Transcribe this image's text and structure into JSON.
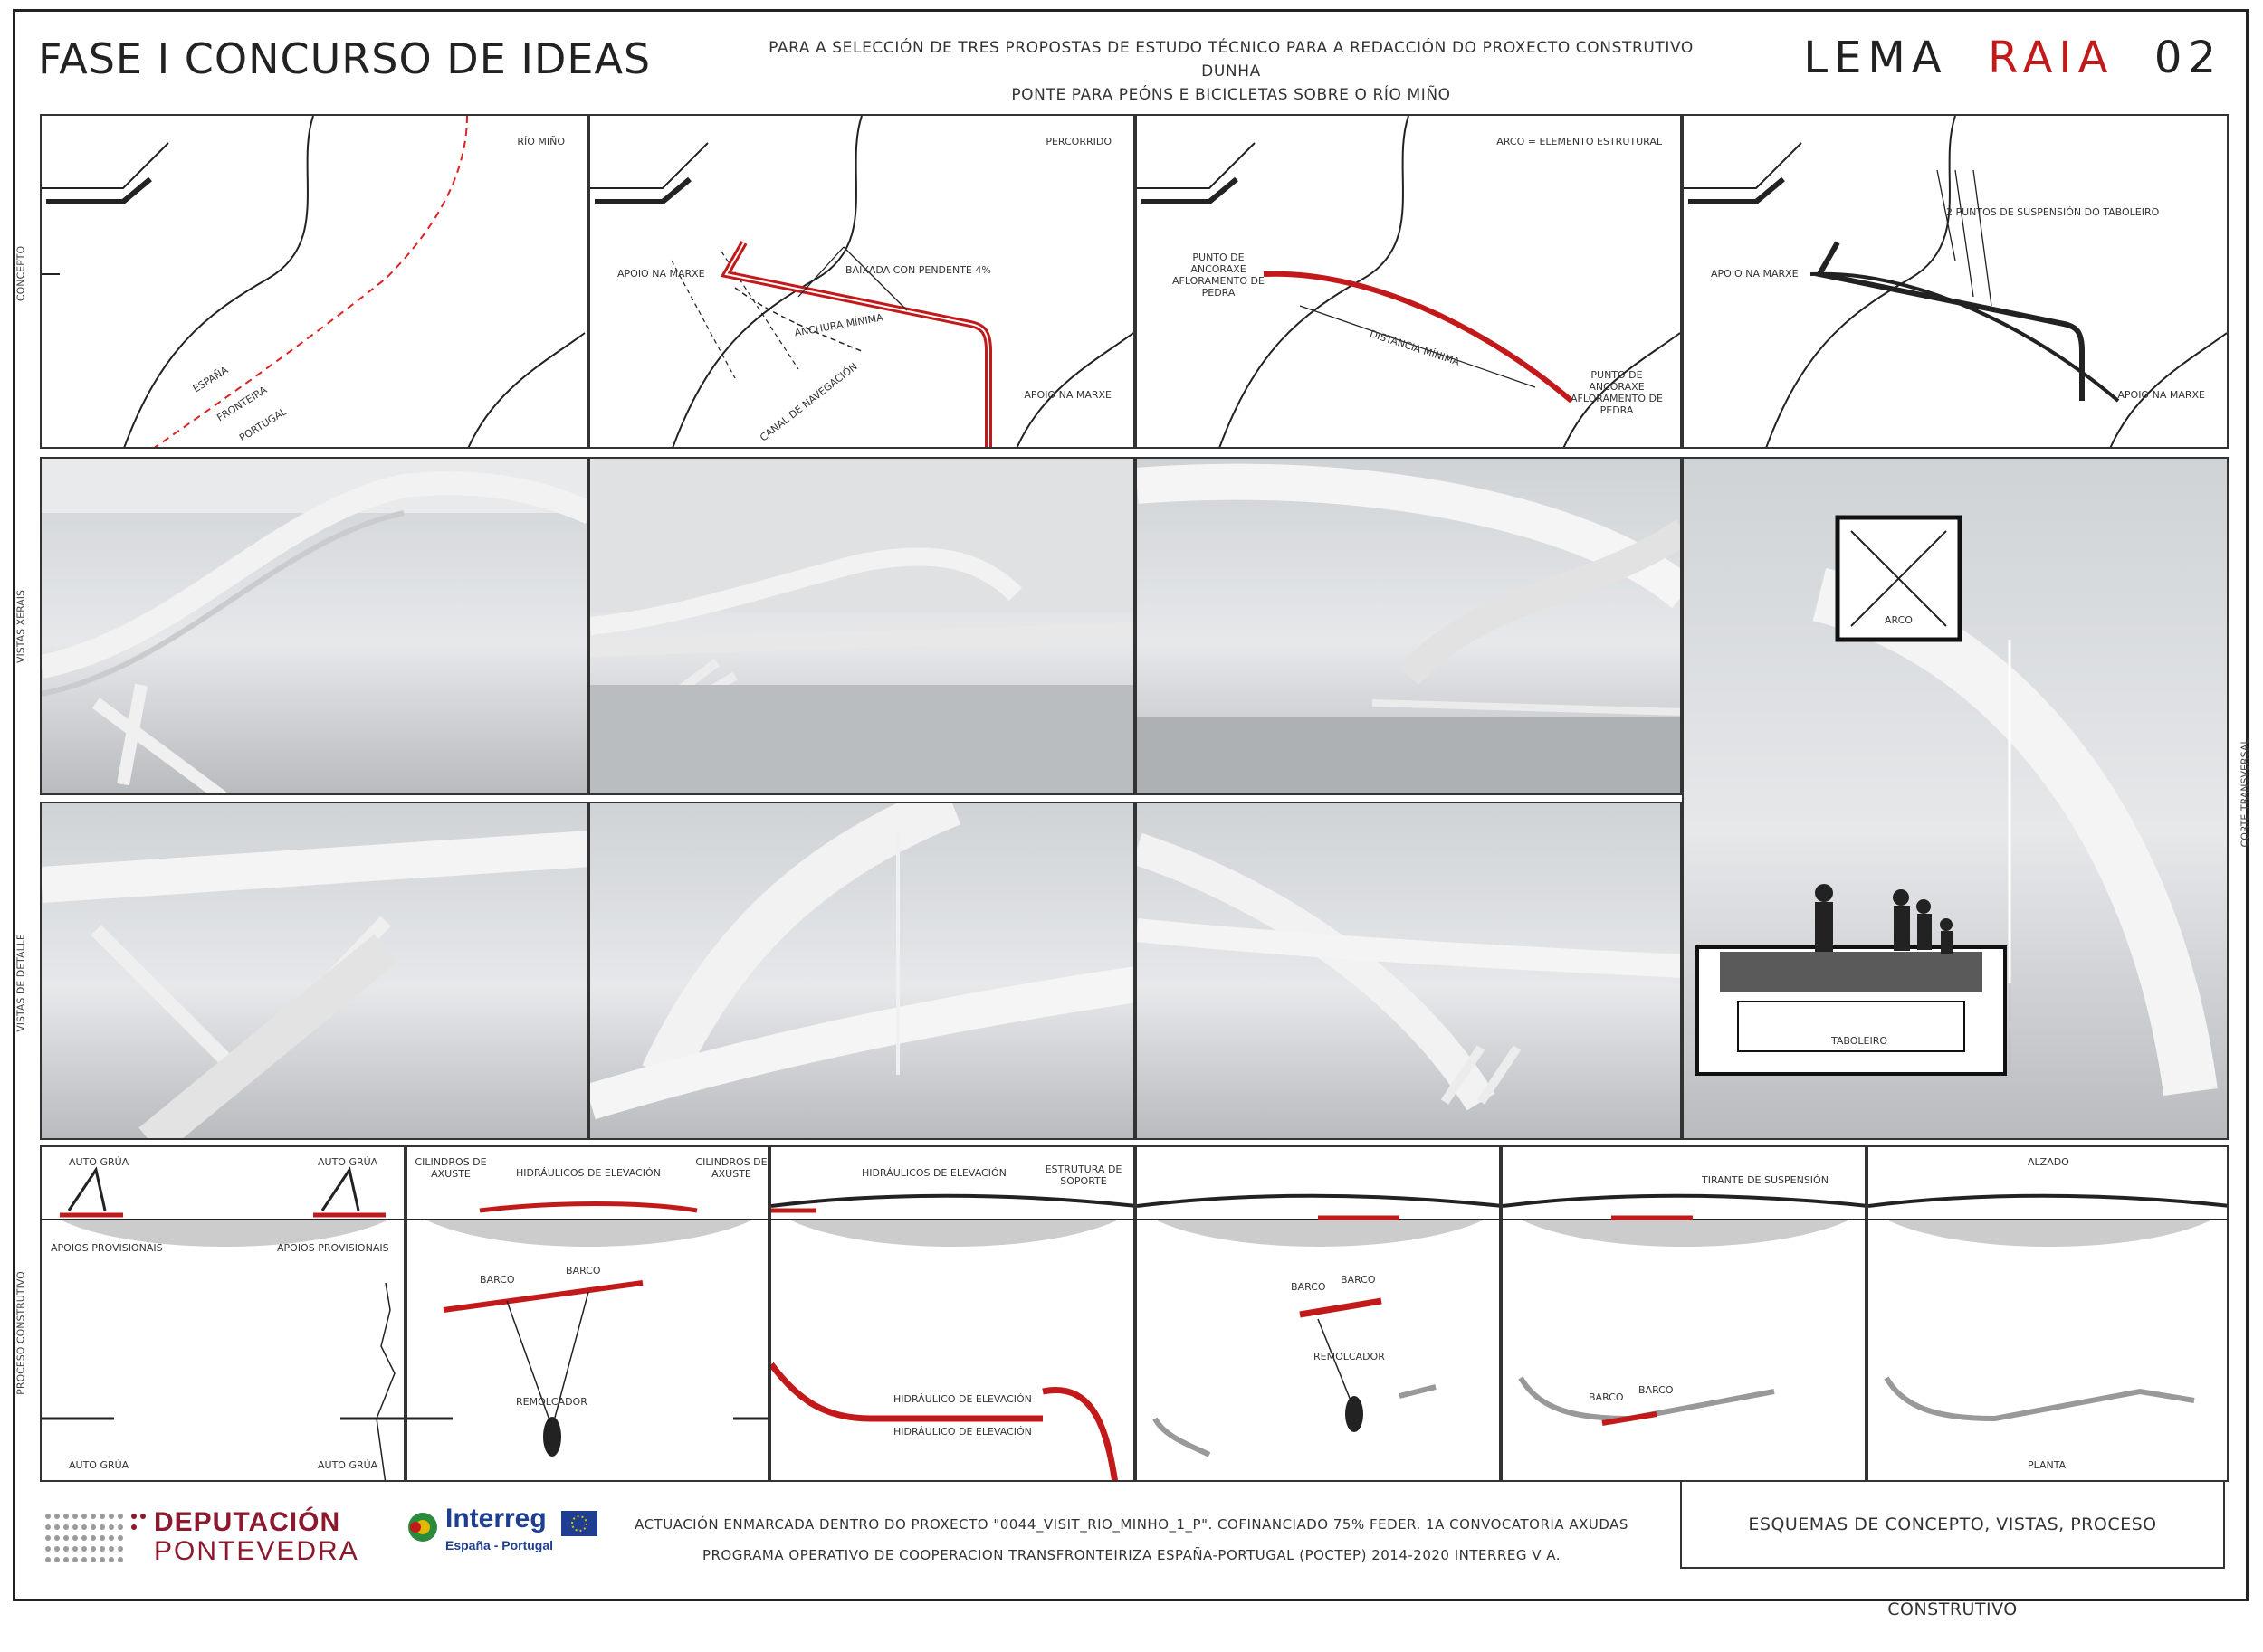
{
  "header": {
    "title": "FASE I CONCURSO DE IDEAS",
    "subtitle_line1": "PARA A SELECCIÓN DE TRES PROPOSTAS DE ESTUDO TÉCNICO PARA A REDACCIÓN DO PROXECTO CONSTRUTIVO DUNHA",
    "subtitle_line2": "PONTE PARA PEÓNS E BICICLETAS SOBRE O RÍO MIÑO",
    "lema_word": "LEMA",
    "lema_name": "RAIA",
    "lema_number": "02"
  },
  "row_labels": {
    "concepto": "CONCEPTO",
    "vistas_xerais": "VISTAS XERAIS",
    "vistas_detalle": "VISTAS DE DETALLE",
    "proceso": "PROCESO CONSTRUTIVO",
    "corte": "CORTE TRANSVERSAL"
  },
  "concept_panels": [
    {
      "title": "RÍO MIÑO",
      "labels": [
        "ESPAÑA",
        "FRONTEIRA",
        "PORTUGAL"
      ]
    },
    {
      "title": "PERCORRIDO",
      "labels": [
        "APOIO NA MARXE",
        "BAIXADA CON PENDENTE 4%",
        "ANCHURA MÍNIMA",
        "CANAL DE NAVEGACIÓN",
        "APOIO NA MARXE"
      ]
    },
    {
      "title": "ARCO = ELEMENTO ESTRUTURAL",
      "labels": [
        "PUNTO DE ANCORAXE AFLORAMENTO DE PEDRA",
        "DISTANCIA MÍNIMA",
        "PUNTO DE ANCORAXE AFLORAMENTO DE PEDRA"
      ]
    },
    {
      "title": "2 PUNTOS DE SUSPENSIÓN DO TABOLEIRO",
      "labels": [
        "APOIO NA MARXE",
        "APOIO NA MARXE"
      ]
    }
  ],
  "section_labels": {
    "arco": "ARCO",
    "taboleiro": "TABOLEIRO"
  },
  "process_panels": [
    {
      "top": [
        "AUTO GRÚA",
        "AUTO GRÚA",
        "APOIOS PROVISIONAIS",
        "APOIOS PROVISIONAIS"
      ],
      "bottom": [
        "AUTO GRÚA",
        "AUTO GRÚA"
      ]
    },
    {
      "top": [
        "CILINDROS DE AXUSTE",
        "HIDRÁULICOS DE ELEVACIÓN",
        "CILINDROS DE AXUSTE"
      ],
      "bottom": [
        "BARCO",
        "BARCO",
        "REMOLCADOR"
      ]
    },
    {
      "top": [
        "HIDRÁULICOS DE ELEVACIÓN",
        "ESTRUTURA DE SOPORTE"
      ],
      "bottom": [
        "HIDRÁULICO DE ELEVACIÓN",
        "HIDRÁULICO DE ELEVACIÓN"
      ]
    },
    {
      "top": [],
      "bottom": [
        "BARCO",
        "BARCO",
        "REMOLCADOR"
      ]
    },
    {
      "top": [
        "TIRANTE DE SUSPENSIÓN"
      ],
      "bottom": [
        "BARCO",
        "BARCO"
      ]
    },
    {
      "top": [
        "ALZADO"
      ],
      "bottom": [
        "PLANTA"
      ]
    }
  ],
  "footer": {
    "dep_name": "DEPUTACIÓN",
    "dep_sub": "PONTEVEDRA",
    "interreg_name": "Interreg",
    "interreg_sub": "España - Portugal",
    "line1": "ACTUACIÓN ENMARCADA DENTRO DO PROXECTO \"0044_VISIT_RIO_MINHO_1_P\". COFINANCIADO 75% FEDER. 1A CONVOCATORIA AXUDAS",
    "line2": "PROGRAMA OPERATIVO DE COOPERACION TRANSFRONTEIRIZA ESPAÑA-PORTUGAL (POCTEP) 2014-2020 INTERREG V A.",
    "caption": "ESQUEMAS DE CONCEPTO, VISTAS, PROCESO CONSTRUTIVO"
  },
  "colors": {
    "accent_red": "#c21a1a",
    "deputacion": "#8b1a2e",
    "interreg_blue": "#1e3f91"
  }
}
